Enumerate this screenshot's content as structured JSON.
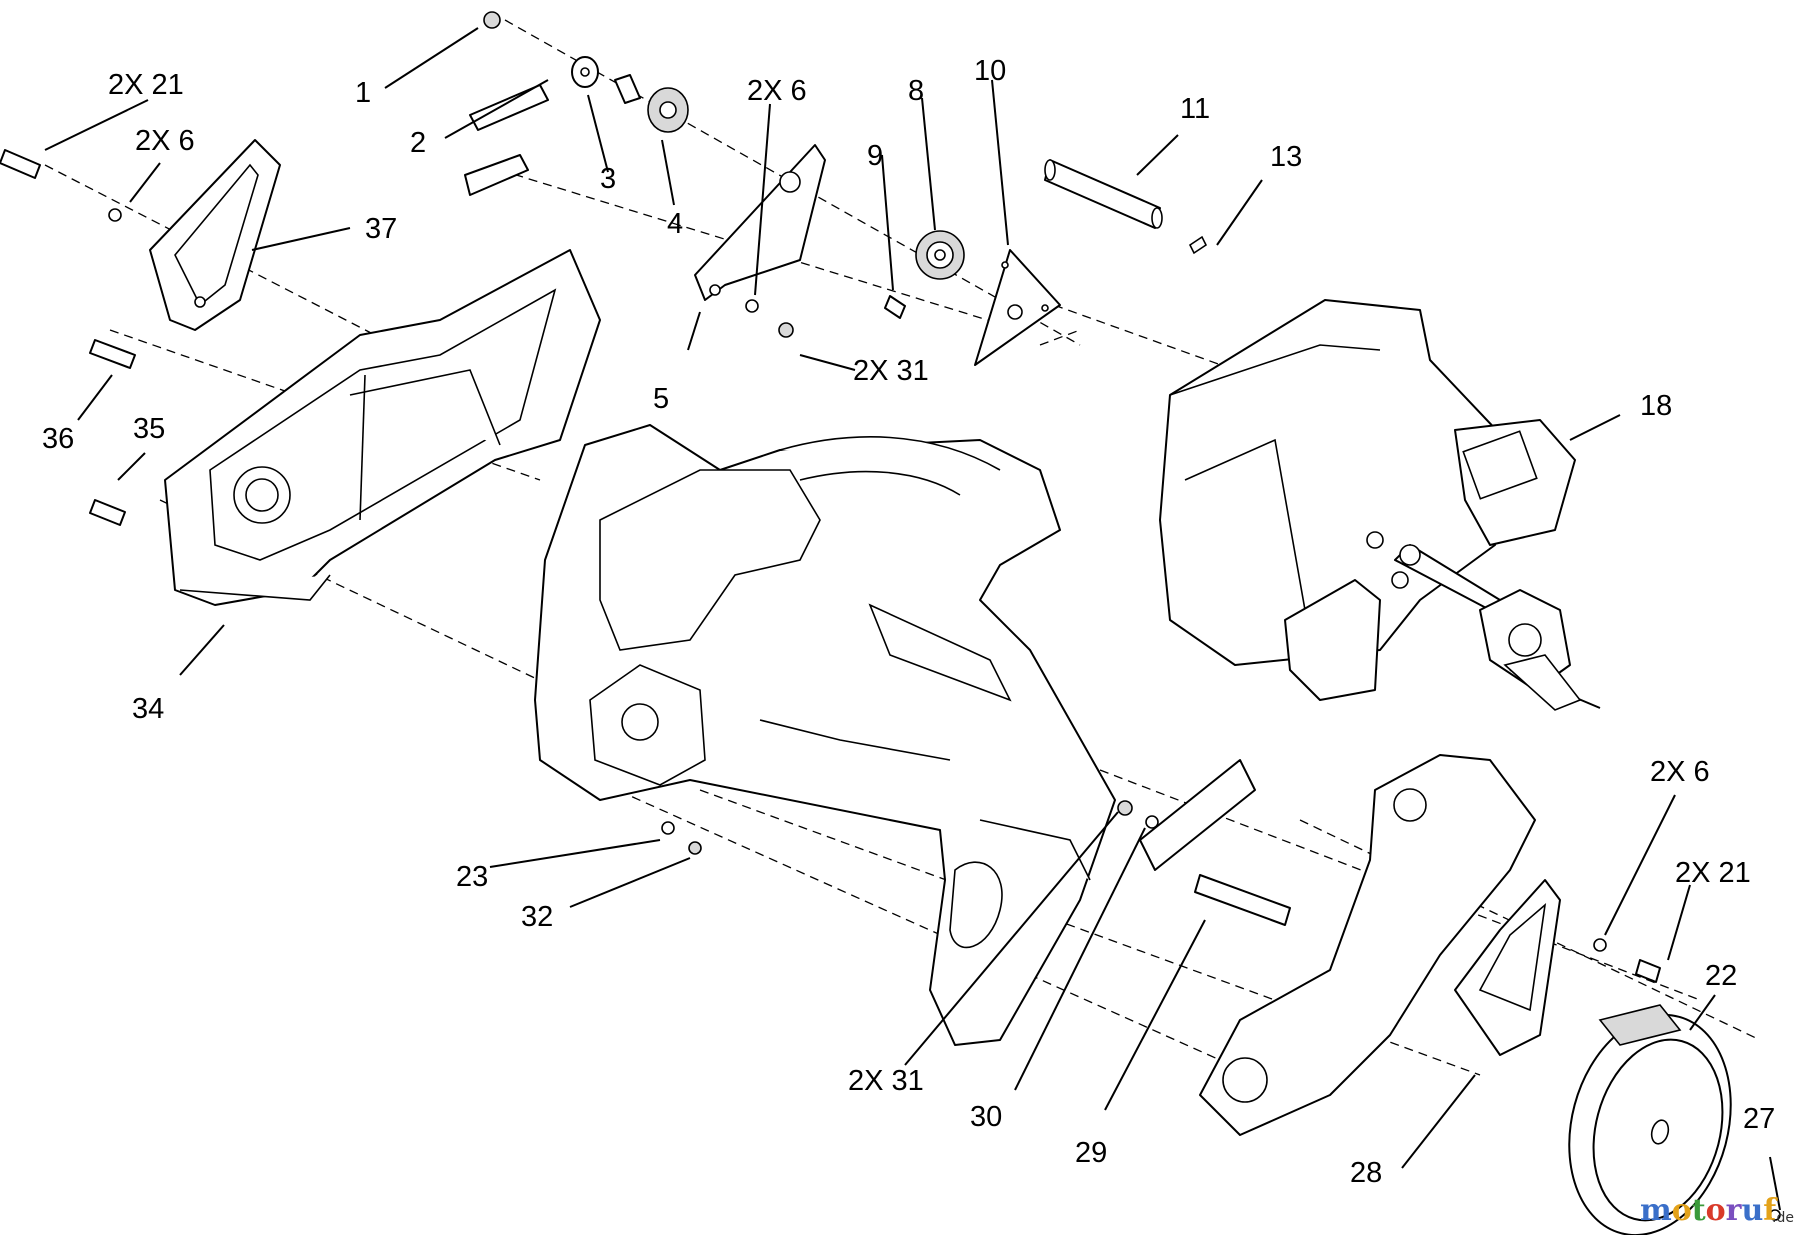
{
  "diagram": {
    "callouts": [
      {
        "id": "1",
        "label": "1"
      },
      {
        "id": "2",
        "label": "2"
      },
      {
        "id": "3",
        "label": "3"
      },
      {
        "id": "4",
        "label": "4"
      },
      {
        "id": "5",
        "label": "5"
      },
      {
        "id": "6a",
        "label": "2X 6"
      },
      {
        "id": "8",
        "label": "8"
      },
      {
        "id": "9",
        "label": "9"
      },
      {
        "id": "10",
        "label": "10"
      },
      {
        "id": "11",
        "label": "11"
      },
      {
        "id": "13",
        "label": "13"
      },
      {
        "id": "18",
        "label": "18"
      },
      {
        "id": "21a",
        "label": "2X 21"
      },
      {
        "id": "6b",
        "label": "2X 6"
      },
      {
        "id": "37",
        "label": "37"
      },
      {
        "id": "36",
        "label": "36"
      },
      {
        "id": "35",
        "label": "35"
      },
      {
        "id": "31a",
        "label": "2X 31"
      },
      {
        "id": "34",
        "label": "34"
      },
      {
        "id": "23",
        "label": "23"
      },
      {
        "id": "32",
        "label": "32"
      },
      {
        "id": "31b",
        "label": "2X 31"
      },
      {
        "id": "30",
        "label": "30"
      },
      {
        "id": "29",
        "label": "29"
      },
      {
        "id": "28",
        "label": "28"
      },
      {
        "id": "6c",
        "label": "2X 6"
      },
      {
        "id": "21b",
        "label": "2X 21"
      },
      {
        "id": "22",
        "label": "22"
      },
      {
        "id": "27",
        "label": "27"
      }
    ]
  },
  "watermark": {
    "letters": [
      "m",
      "o",
      "t",
      "o",
      "r",
      "u",
      "f"
    ],
    "colors": [
      "#3a6fc9",
      "#e3a21a",
      "#3a9a3a",
      "#d93a2a",
      "#7a4fbf",
      "#3a6fc9",
      "#e3a21a"
    ],
    "suffix": ".de"
  }
}
